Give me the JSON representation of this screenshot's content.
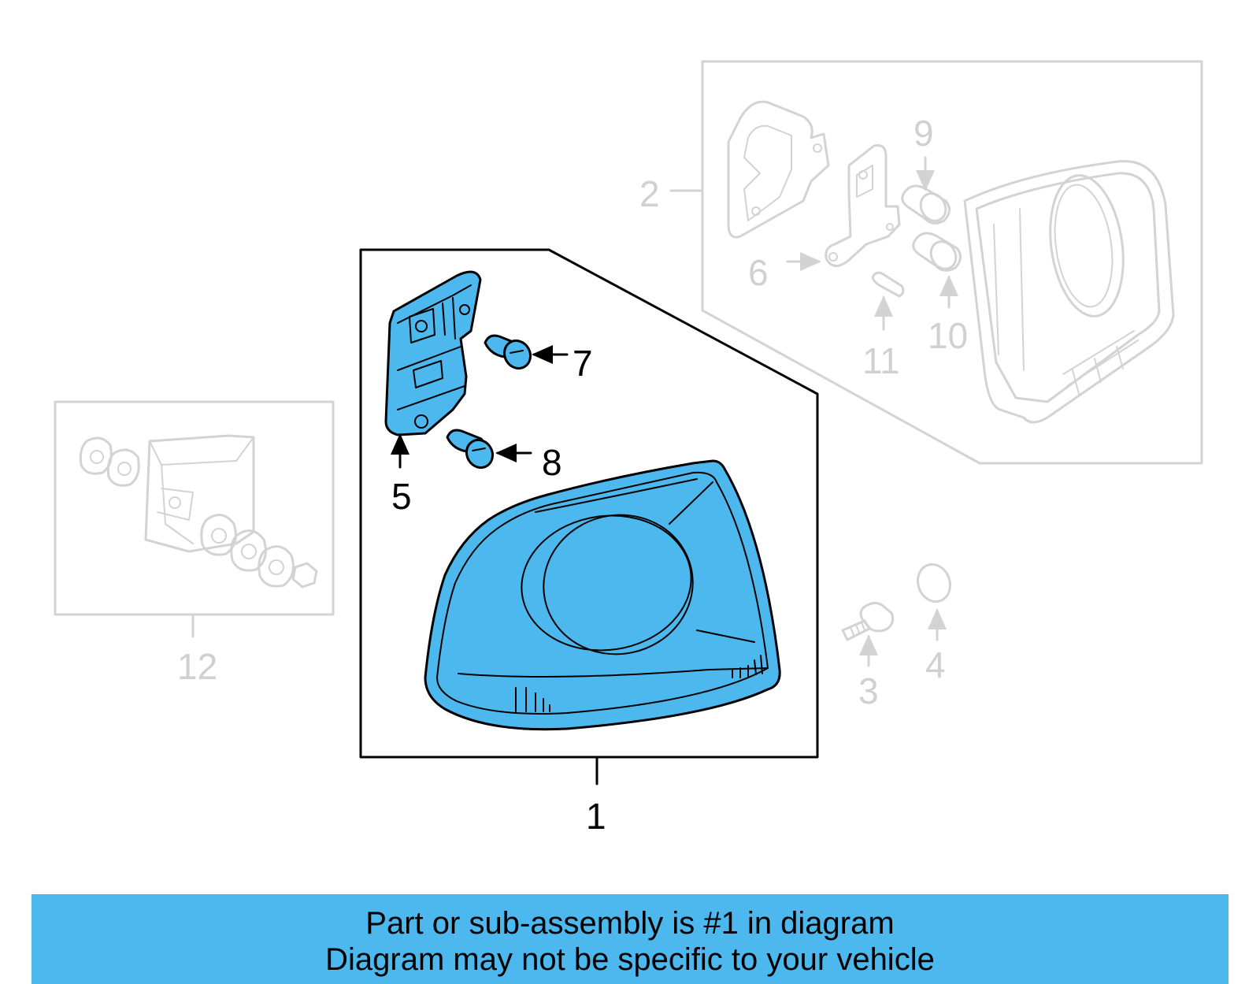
{
  "callouts": {
    "c1": "1",
    "c2": "2",
    "c3": "3",
    "c4": "4",
    "c5": "5",
    "c6": "6",
    "c7": "7",
    "c8": "8",
    "c9": "9",
    "c10": "10",
    "c11": "11",
    "c12": "12"
  },
  "banner": {
    "line1": "Part or sub-assembly is #1 in diagram",
    "line2": "Diagram may not be specific to your vehicle"
  },
  "colors": {
    "highlight": "#4db8ee",
    "dimmed": "#d3d3d3",
    "active": "#000000"
  }
}
